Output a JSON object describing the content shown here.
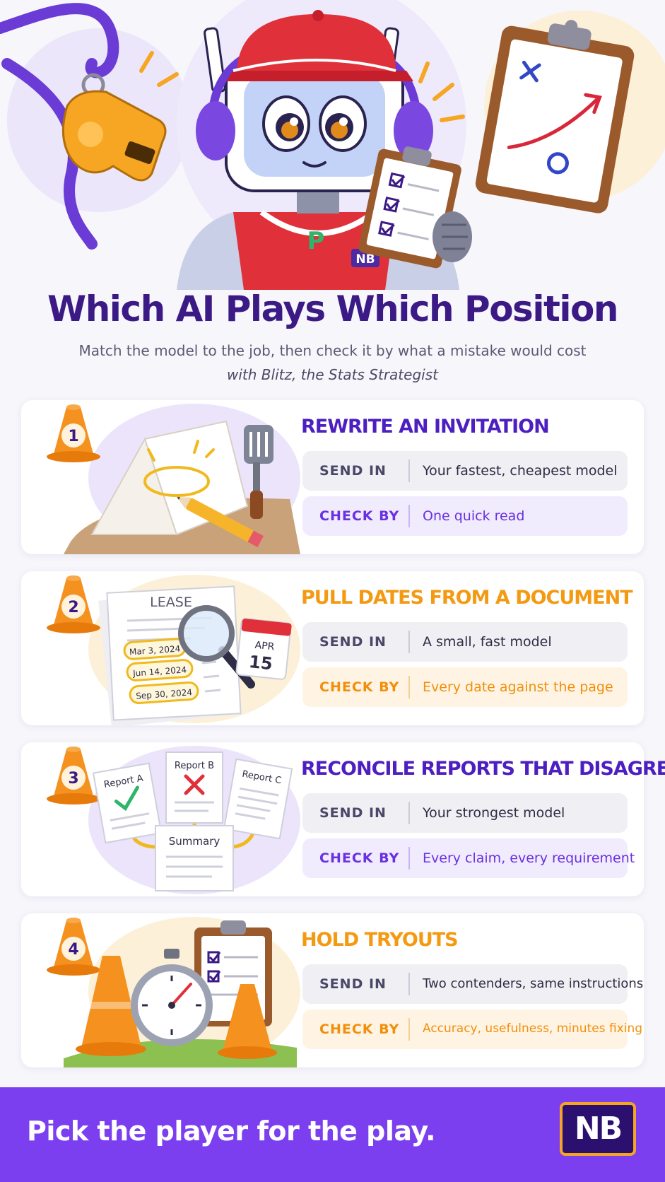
{
  "header": {
    "title": "Which AI Plays Which Position",
    "subtitle": "Match the model to the job, then check it by what a mistake would cost",
    "byline": "with Blitz, the Stats Strategist",
    "mascot_badge": "NB",
    "mascot_logo": "P"
  },
  "cards": [
    {
      "number": "1",
      "heading": "REWRITE AN INVITATION",
      "send_label": "SEND IN",
      "send_value": "Your fastest, cheapest model",
      "check_label": "CHECK BY",
      "check_value": "One quick read"
    },
    {
      "number": "2",
      "heading": "PULL DATES FROM A DOCUMENT",
      "send_label": "SEND IN",
      "send_value": "A small, fast model",
      "check_label": "CHECK BY",
      "check_value": "Every date against the page",
      "doc_title": "LEASE",
      "dates": [
        "Mar 3, 2024",
        "Jun 14, 2024",
        "Sep 30, 2024"
      ],
      "calendar_month": "APR",
      "calendar_day": "15"
    },
    {
      "number": "3",
      "heading": "RECONCILE REPORTS THAT DISAGREE",
      "send_label": "SEND IN",
      "send_value": "Your strongest model",
      "check_label": "CHECK BY",
      "check_value": "Every claim, every requirement",
      "reports": [
        "Report A",
        "Report B",
        "Report C"
      ],
      "summary": "Summary"
    },
    {
      "number": "4",
      "heading": "HOLD TRYOUTS",
      "send_label": "SEND IN",
      "send_value": "Two contenders, same instructions",
      "check_label": "CHECK BY",
      "check_value": "Accuracy, usefulness, minutes fixing"
    }
  ],
  "footer": {
    "tagline": "Pick the player for the play.",
    "logo": "NB"
  },
  "colors": {
    "title": "#3b1a86",
    "purple_accent": "#6a31e0",
    "orange_accent": "#f49a12",
    "footer_bg": "#7b3ff0"
  },
  "icons": [
    "whistle-icon",
    "clipboard-icon",
    "robot-mascot",
    "traffic-cone-icon",
    "pencil-icon",
    "spatula-icon",
    "magnifier-icon",
    "calendar-icon",
    "checkmark-icon",
    "cross-icon",
    "stopwatch-icon"
  ]
}
